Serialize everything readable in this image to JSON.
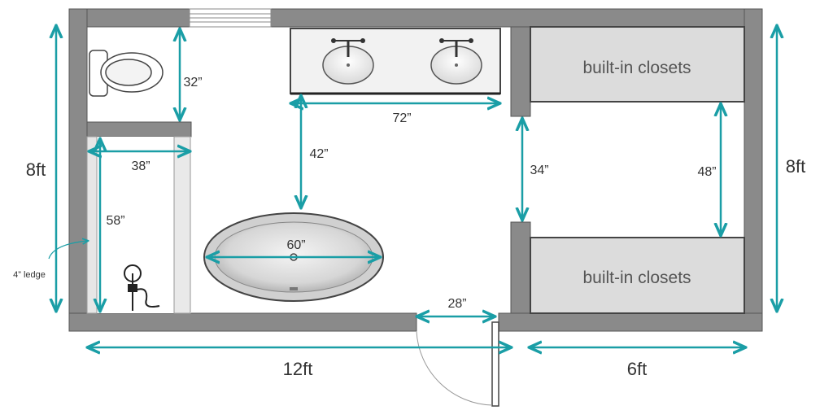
{
  "labels": {
    "closet_top": "built-in closets",
    "closet_bottom": "built-in closets",
    "toilet_depth": "32”",
    "vanity_width": "72”",
    "vanity_clearance": "42”",
    "shower_width": "38”",
    "shower_length": "58”",
    "ledge": "4” ledge",
    "tub_length": "60”",
    "passage_width": "34”",
    "closet_aisle": "48”",
    "door_width": "28”",
    "room_height_left": "8ft",
    "room_height_right": "8ft",
    "bath_length": "12ft",
    "closet_length": "6ft"
  },
  "colors": {
    "wall": "#8a8a8a",
    "wall_edge": "#555555",
    "dimension": "#1a9ea6",
    "closet_fill": "#dcdcdc",
    "vanity_fill": "#f2f2f2",
    "text": "#333333"
  }
}
